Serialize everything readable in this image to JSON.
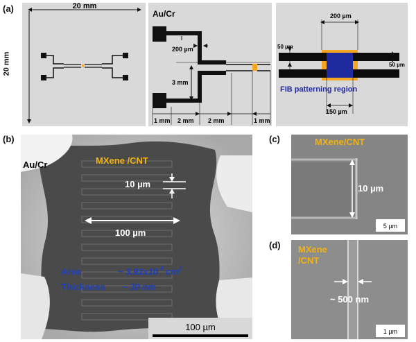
{
  "panel_labels": {
    "a": "(a)",
    "b": "(b)",
    "c": "(c)",
    "d": "(d)"
  },
  "panel_a": {
    "overview": {
      "width_dim": "20 mm",
      "height_dim": "20 mm"
    },
    "electrode": {
      "material": "Au/Cr",
      "gap_dim": "200 µm",
      "pad_height_dim": "3 mm",
      "bottom_dims": [
        "1 mm",
        "2 mm",
        "2 mm",
        "1 mm"
      ]
    },
    "fib": {
      "top_dim": "200 µm",
      "left_dim": "50 µm",
      "right_dim": "50 µm",
      "bottom_dim": "150 µm",
      "region_label": "FIB patterning region"
    }
  },
  "panel_b": {
    "electrode_label": "Au/Cr",
    "material": "MXene /CNT",
    "pitch_dim": "10 µm",
    "width_dim": "100 µm",
    "area_label": "Area",
    "area_value": "~ 3.91x10",
    "area_exp": "-4",
    "area_unit": " cm",
    "area_unit_exp": "2",
    "thickness_label": "Thickness",
    "thickness_value": "~ 30 nm",
    "scale_bar": "100 µm"
  },
  "panel_c": {
    "material": "MXene/CNT",
    "dim": "10 µm",
    "scale_bar": "5 µm"
  },
  "panel_d": {
    "material_line1": "MXene",
    "material_line2": "/CNT",
    "dim": "~ 500 nm",
    "scale_bar": "1 µm"
  },
  "colors": {
    "accent_orange": "#f5a623",
    "fib_blue": "#1f2a9e",
    "label_blue": "#1f3fbf",
    "yellow_text": "#f2b316"
  }
}
